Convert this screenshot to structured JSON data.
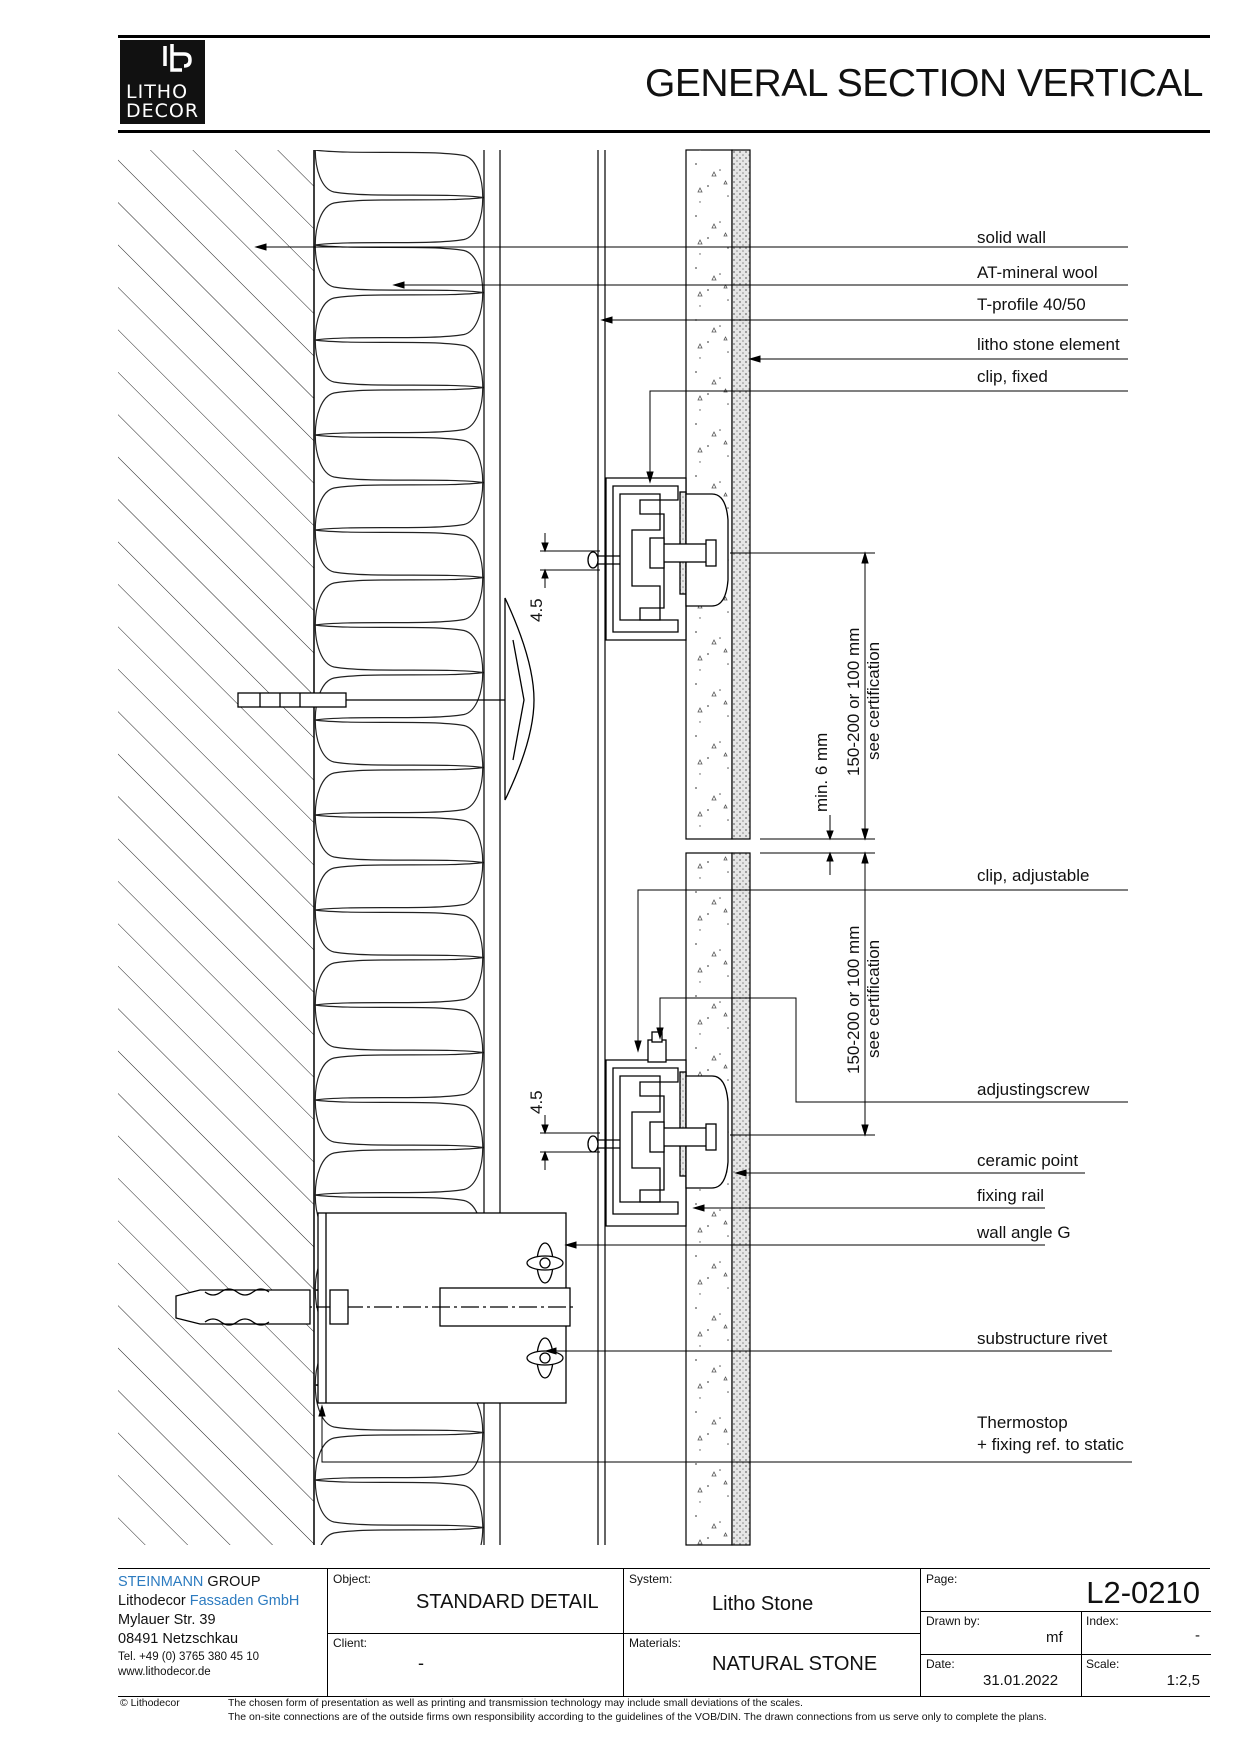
{
  "header": {
    "logo_line1": "LITHO",
    "logo_line2": "DECOR",
    "title": "GENERAL SECTION VERTICAL"
  },
  "callouts": {
    "solid_wall": "solid wall",
    "mineral_wool": "AT-mineral wool",
    "t_profile": "T-profile 40/50",
    "litho_stone": "litho stone element",
    "clip_fixed": "clip, fixed",
    "clip_adjustable": "clip, adjustable",
    "adjusting_screw": "adjustingscrew",
    "ceramic_point": "ceramic point",
    "fixing_rail": "fixing rail",
    "wall_angle": "wall angle G",
    "substructure_rivet": "substructure rivet",
    "thermostop_line1": "Thermostop",
    "thermostop_line2": "+ fixing ref. to static"
  },
  "dimensions": {
    "gap_upper": "4.5",
    "gap_lower": "4.5",
    "min_joint": "min. 6 mm",
    "clip_distance_upper": "150-200 or 100 mm",
    "clip_distance_upper_note": "see certification",
    "clip_distance_lower": "150-200 or 100 mm",
    "clip_distance_lower_note": "see certification"
  },
  "title_block": {
    "company_part1": "STEINMANN",
    "company_part2": " GROUP",
    "firm_part1": "Lithodecor ",
    "firm_part2": "Fassaden GmbH",
    "street": "Mylauer Str. 39",
    "city": "08491 Netzschkau",
    "phone": "Tel. +49 (0) 3765 380 45 10",
    "web": "www.lithodecor.de",
    "object_label": "Object:",
    "object_value": "STANDARD DETAIL",
    "client_label": "Client:",
    "client_value": "-",
    "system_label": "System:",
    "system_value": "Litho Stone",
    "materials_label": "Materials:",
    "materials_value": "NATURAL STONE",
    "page_label": "Page:",
    "page_value": "L2-0210",
    "drawn_label": "Drawn by:",
    "drawn_value": "mf",
    "index_label": "Index:",
    "index_value": "-",
    "date_label": "Date:",
    "date_value": "31.01.2022",
    "scale_label": "Scale:",
    "scale_value": "1:2,5"
  },
  "footer": {
    "copyright": "© Lithodecor",
    "note1": "The chosen form of presentation as well as printing and transmission technology may include small deviations of the scales.",
    "note2": "The on-site connections are of the outside firms own responsibility according to the guidelines of the VOB/DIN. The drawn connections from us serve only to complete the plans."
  }
}
